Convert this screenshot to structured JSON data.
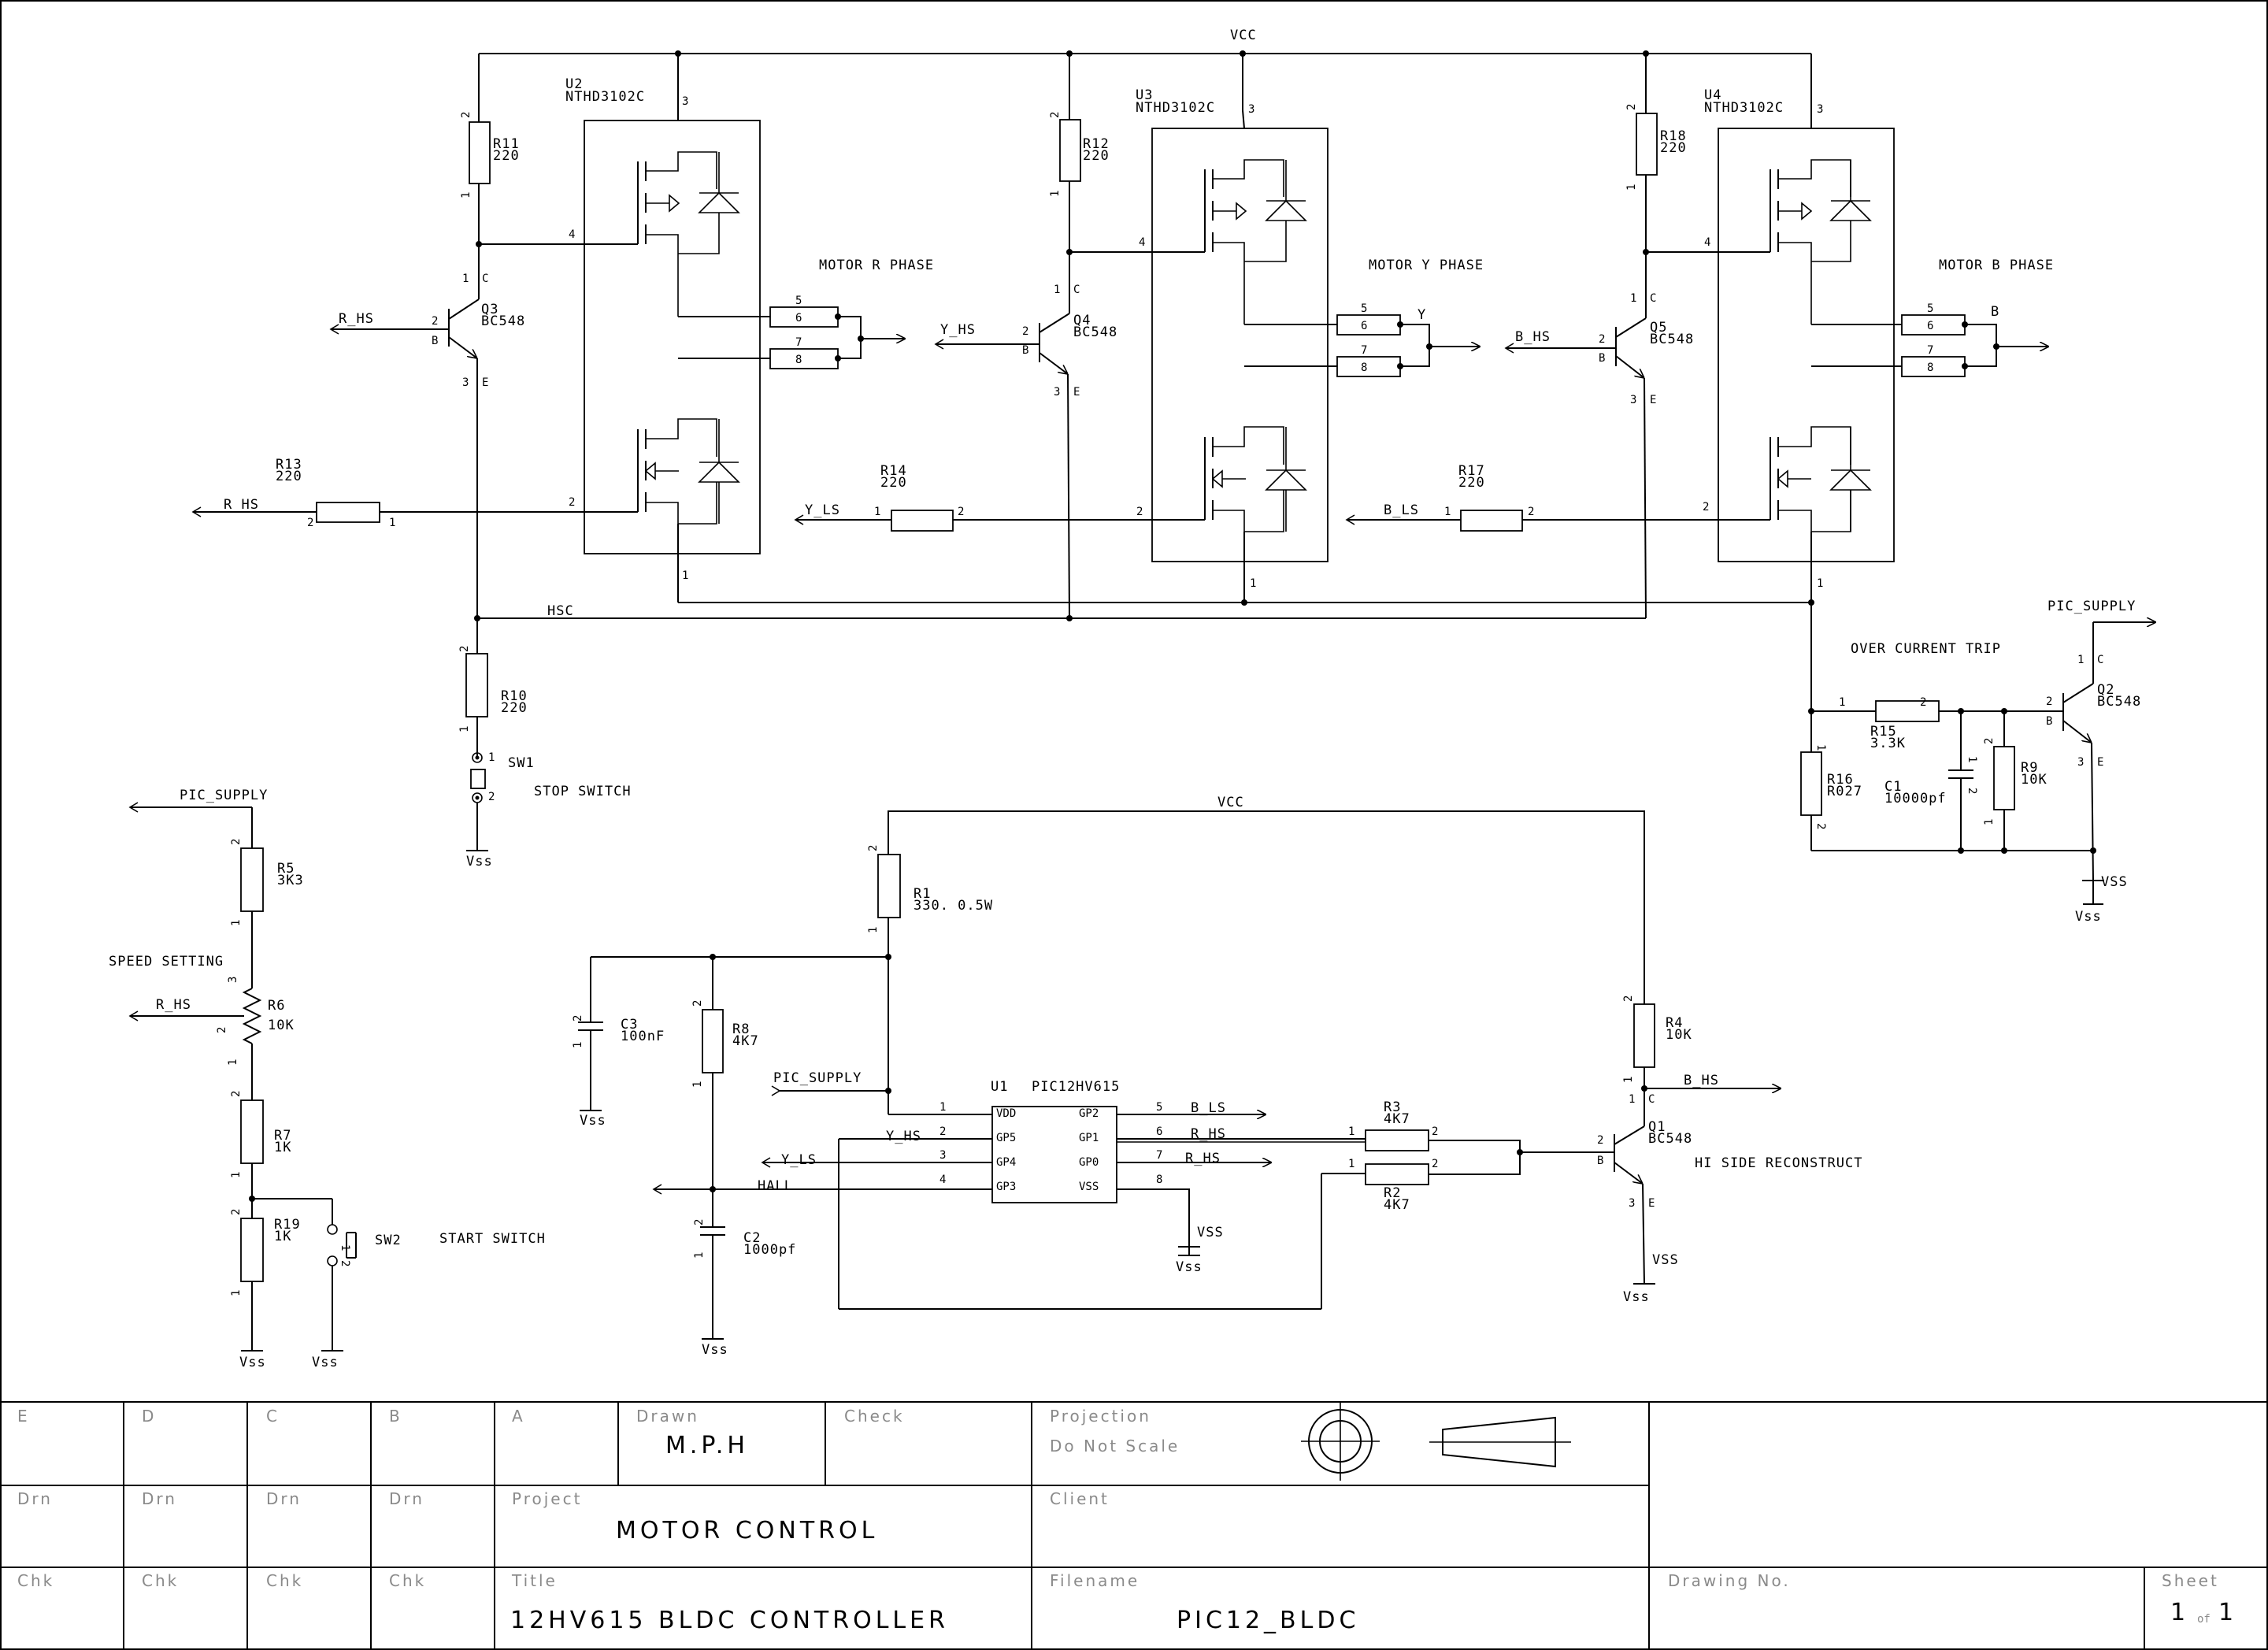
{
  "nets": {
    "vcc_top": "VCC",
    "vcc_bottom": "VCC",
    "hsc": "HSC",
    "vss": "Vss",
    "vss_caps": "VSS",
    "pic_supply": "PIC_SUPPLY",
    "hall": "HALL",
    "r_hs": "R_HS",
    "y_hs": "Y_HS",
    "b_hs": "B_HS",
    "y_ls": "Y_LS",
    "b_ls": "B_LS",
    "phase_y": "Y",
    "phase_b": "B"
  },
  "labels": {
    "motor_r": "MOTOR R PHASE",
    "motor_y": "MOTOR Y PHASE",
    "motor_b": "MOTOR B PHASE",
    "over_current": "OVER CURRENT TRIP",
    "stop_switch": "STOP SWITCH",
    "start_switch": "START SWITCH",
    "speed_setting": "SPEED SETTING",
    "hi_side": "HI SIDE RECONSTRUCT"
  },
  "ics": {
    "u2": {
      "ref": "U2",
      "part": "NTHD3102C"
    },
    "u3": {
      "ref": "U3",
      "part": "NTHD3102C"
    },
    "u4": {
      "ref": "U4",
      "part": "NTHD3102C"
    },
    "u1": {
      "ref": "U1",
      "part": "PIC12HV615",
      "left_pins": [
        "VDD",
        "GP5",
        "GP4",
        "GP3"
      ],
      "right_pins": [
        "GP2",
        "GP1",
        "GP0",
        "VSS"
      ]
    }
  },
  "transistors": {
    "q1": {
      "ref": "Q1",
      "part": "BC548"
    },
    "q2": {
      "ref": "Q2",
      "part": "BC548"
    },
    "q3": {
      "ref": "Q3",
      "part": "BC548"
    },
    "q4": {
      "ref": "Q4",
      "part": "BC548"
    },
    "q5": {
      "ref": "Q5",
      "part": "BC548"
    }
  },
  "resistors": {
    "r1": {
      "ref": "R1",
      "value": "330. 0.5W"
    },
    "r2": {
      "ref": "R2",
      "value": "4K7"
    },
    "r3": {
      "ref": "R3",
      "value": "4K7"
    },
    "r4": {
      "ref": "R4",
      "value": "10K"
    },
    "r5": {
      "ref": "R5",
      "value": "3K3"
    },
    "r6": {
      "ref": "R6",
      "value": "10K"
    },
    "r7": {
      "ref": "R7",
      "value": "1K"
    },
    "r8": {
      "ref": "R8",
      "value": "4K7"
    },
    "r9": {
      "ref": "R9",
      "value": "10K"
    },
    "r10": {
      "ref": "R10",
      "value": "220"
    },
    "r11": {
      "ref": "R11",
      "value": "220"
    },
    "r12": {
      "ref": "R12",
      "value": "220"
    },
    "r13": {
      "ref": "R13",
      "value": "220"
    },
    "r14": {
      "ref": "R14",
      "value": "220"
    },
    "r15": {
      "ref": "R15",
      "value": "3.3K"
    },
    "r16": {
      "ref": "R16",
      "value": "R027"
    },
    "r17": {
      "ref": "R17",
      "value": "220"
    },
    "r18": {
      "ref": "R18",
      "value": "220"
    },
    "r19": {
      "ref": "R19",
      "value": "1K"
    }
  },
  "capacitors": {
    "c1": {
      "ref": "C1",
      "value": "10000pf"
    },
    "c2": {
      "ref": "C2",
      "value": "1000pf"
    },
    "c3": {
      "ref": "C3",
      "value": "100nF"
    }
  },
  "switches": {
    "sw1": {
      "ref": "SW1"
    },
    "sw2": {
      "ref": "SW2"
    }
  },
  "title_block": {
    "rev_cols": [
      "E",
      "D",
      "C",
      "B",
      "A"
    ],
    "drn": "Drn",
    "chk": "Chk",
    "drawn_label": "Drawn",
    "drawn_value": "M.P.H",
    "check_label": "Check",
    "projection_label": "Projection",
    "projection_value": "Do Not Scale",
    "project_label": "Project",
    "project_value": "MOTOR CONTROL",
    "client_label": "Client",
    "title_label": "Title",
    "title_value": "12HV615 BLDC CONTROLLER",
    "filename_label": "Filename",
    "filename_value": "PIC12_BLDC",
    "drawing_no_label": "Drawing No.",
    "sheet_label": "Sheet",
    "sheet_num": "1",
    "sheet_of": "of",
    "sheet_total": "1"
  }
}
